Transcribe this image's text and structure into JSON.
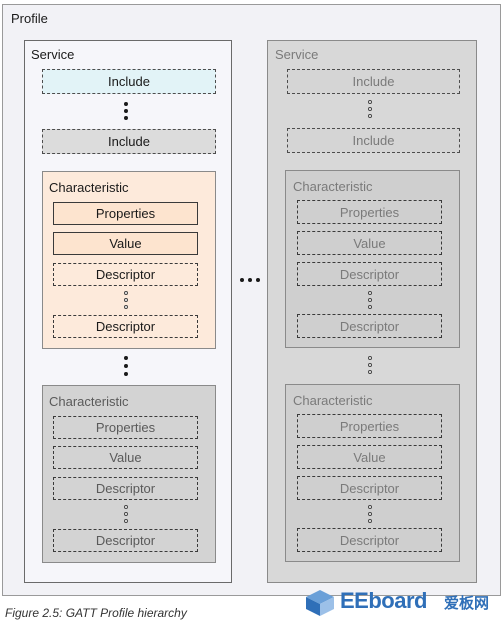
{
  "profile_label": "Profile",
  "service_label": "Service",
  "include_label": "Include",
  "characteristic_label": "Characteristic",
  "properties_label": "Properties",
  "value_label": "Value",
  "descriptor_label": "Descriptor",
  "caption": "Figure 2.5: GATT Profile hierarchy",
  "watermark": {
    "brand": "EEboard",
    "cn": "爱板网",
    "logo_icon": "cube-logo-icon"
  },
  "colors": {
    "include_highlight": "#e2f3f7",
    "characteristic_highlight": "#fdeadb",
    "gray_panel": "#d8d8d8",
    "watermark_blue": "#2f6fb8"
  }
}
